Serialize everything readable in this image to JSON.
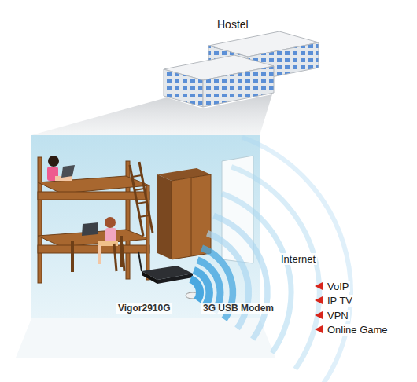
{
  "diagram": {
    "labels": [
      "Hostel",
      "Internet",
      "VoIP",
      "IP TV",
      "VPN",
      "Online Game",
      "Vigor2910G",
      "3G USB Modem"
    ]
  }
}
